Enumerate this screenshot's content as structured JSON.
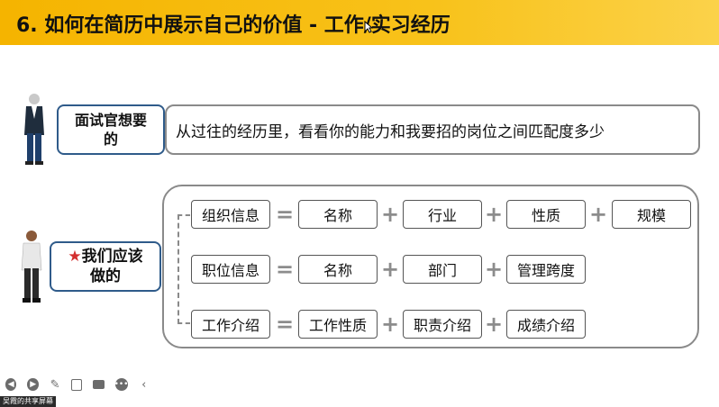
{
  "slide": {
    "title": "6. 如何在简历中展示自己的价值 - 工作/实习经历"
  },
  "interviewer": {
    "label_line1": "面试官想要",
    "label_line2": "的",
    "answer": "从过往的经历里，看看你的能力和我要招的岗位之间匹配度多少"
  },
  "us": {
    "star": "★",
    "label_line1": "我们应该",
    "label_line2": "做的"
  },
  "rows": [
    {
      "label": "组织信息",
      "items": [
        "名称",
        "行业",
        "性质",
        "规模"
      ]
    },
    {
      "label": "职位信息",
      "items": [
        "名称",
        "部门",
        "管理跨度"
      ]
    },
    {
      "label": "工作介绍",
      "items": [
        "工作性质",
        "职责介绍",
        "成绩介绍"
      ]
    }
  ],
  "operators": {
    "equals": "=",
    "plus": "+"
  },
  "toolbar": {
    "icons": [
      "back-icon",
      "play-icon",
      "pen-icon",
      "screenshot-icon",
      "camera-icon",
      "more-icon",
      "collapse-icon"
    ]
  },
  "share_label": "吴霞的共享屏幕",
  "colors": {
    "header_gradient_start": "#f5b400",
    "label_border": "#2f5b8a",
    "star": "#d32f2f",
    "operator": "#8c8c8c"
  }
}
